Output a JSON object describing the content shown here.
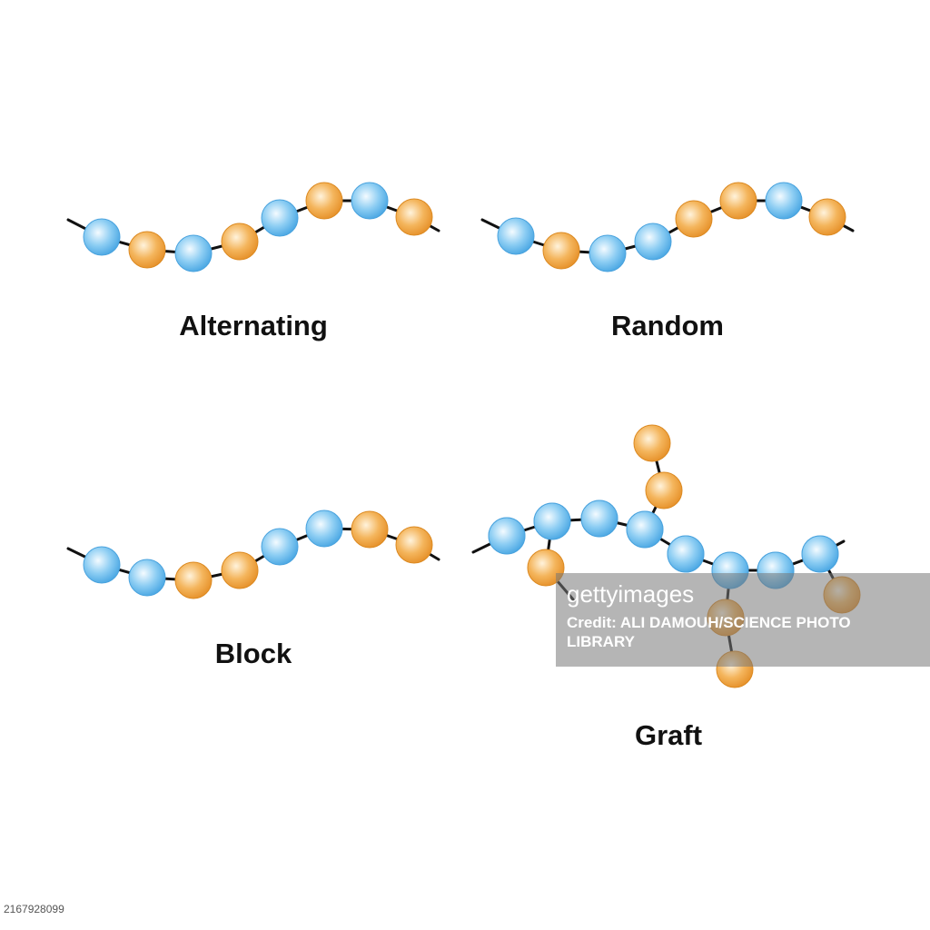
{
  "colors": {
    "monomer_a": "#6bb9ec",
    "monomer_b": "#f0a23c",
    "bond": "#111111",
    "text": "#111111"
  },
  "labels": {
    "alternating": "Alternating",
    "random": "Random",
    "block": "Block",
    "graft": "Graft"
  },
  "chains": {
    "alternating": [
      "A",
      "B",
      "A",
      "B",
      "A",
      "B",
      "A",
      "B"
    ],
    "random": [
      "A",
      "B",
      "A",
      "A",
      "B",
      "B",
      "A",
      "B"
    ],
    "block": [
      "A",
      "A",
      "B",
      "B",
      "A",
      "A",
      "B",
      "B"
    ],
    "graft_backbone": [
      "A",
      "A",
      "A",
      "A",
      "A",
      "A",
      "A",
      "A"
    ],
    "graft_branch_1": [
      "B"
    ],
    "graft_branch_2": [
      "B",
      "B"
    ],
    "graft_branch_3": [
      "B",
      "B"
    ],
    "graft_branch_4": [
      "B"
    ]
  },
  "watermark": {
    "brand": "gettyimages",
    "credit": "Credit: ALI DAMOUH/SCIENCE PHOTO LIBRARY"
  },
  "image_id": "2167928099"
}
